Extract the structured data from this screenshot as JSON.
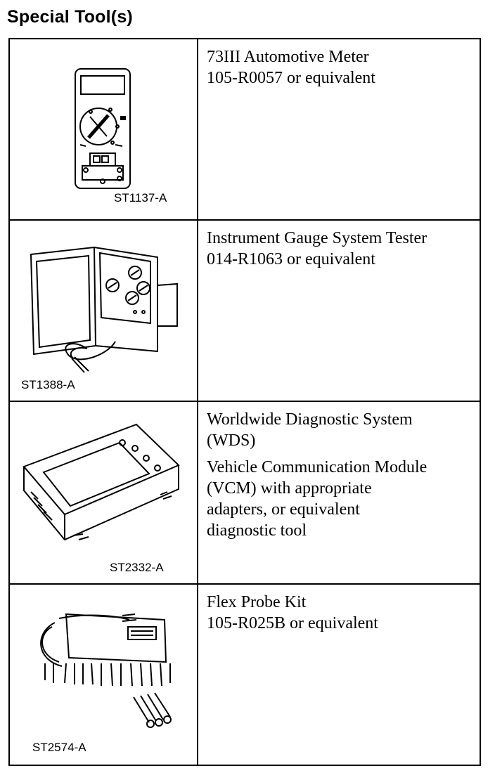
{
  "page": {
    "title": "Special Tool(s)"
  },
  "tools": [
    {
      "code": "ST1137-A",
      "illustration": "automotive-meter-illustration",
      "description": [
        [
          "73III Automotive Meter",
          "105-R0057 or equivalent"
        ]
      ]
    },
    {
      "code": "ST1388-A",
      "illustration": "gauge-system-tester-illustration",
      "description": [
        [
          "Instrument Gauge System Tester",
          "014-R1063 or equivalent"
        ]
      ]
    },
    {
      "code": "ST2332-A",
      "illustration": "diagnostic-system-illustration",
      "description": [
        [
          "Worldwide Diagnostic System",
          "(WDS)"
        ],
        [
          "Vehicle Communication Module",
          "(VCM) with appropriate",
          "adapters, or equivalent",
          "diagnostic tool"
        ]
      ]
    },
    {
      "code": "ST2574-A",
      "illustration": "flex-probe-kit-illustration",
      "description": [
        [
          "Flex Probe Kit",
          "105-R025B or equivalent"
        ]
      ]
    }
  ]
}
